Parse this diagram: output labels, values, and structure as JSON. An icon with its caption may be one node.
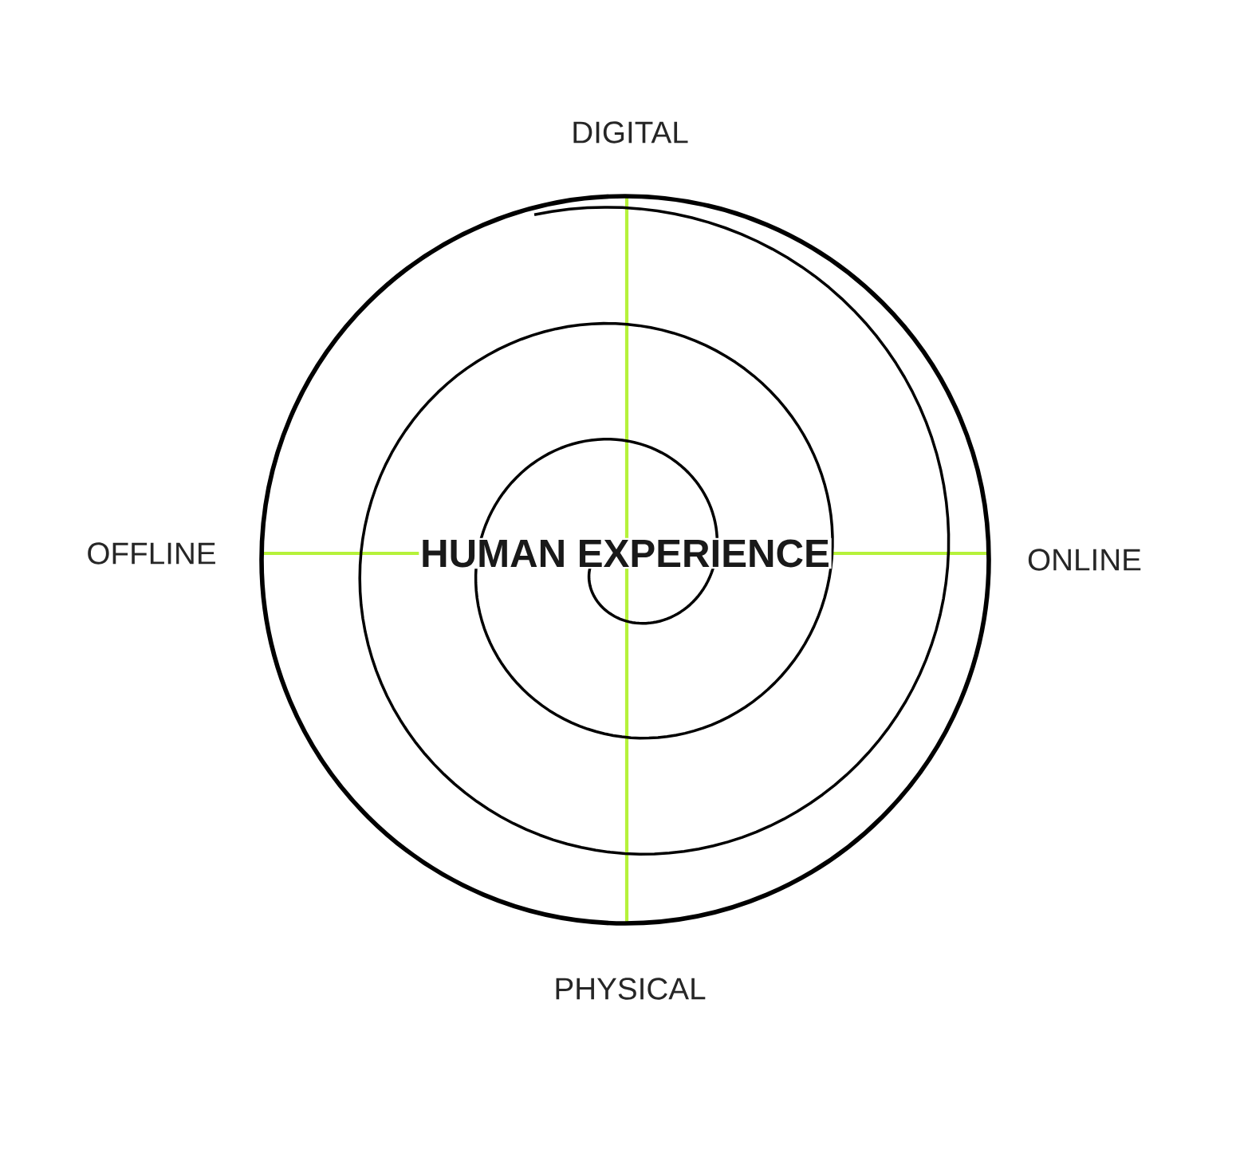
{
  "diagram": {
    "labels": [
      "DIGITAL",
      "OFFLINE",
      "HUMAN EXPERIENCE",
      "ONLINE",
      "PHYSICAL"
    ]
  }
}
